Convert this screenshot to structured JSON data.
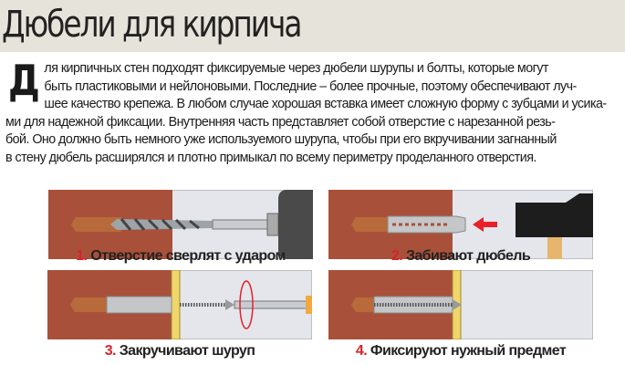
{
  "title": "Дюбели для кирпича",
  "intro": {
    "drop_cap": "Д",
    "lines": [
      "ля кирпичных стен подходят фиксируемые через дюбели шурупы и болты, которые могут",
      "быть пластиковыми и нейлоновыми. Последние – более прочные, поэтому обеспечивают луч-",
      "шее качество крепежа. В любом случае хорошая вставка имеет сложную форму с зубцами и усика-",
      "ми для надежной фиксации. Внутренняя часть представляет собой отверстие с нарезанной резь-",
      "бой. Оно должно быть немного уже используемого шурупа, чтобы при его вкручивании загнанный",
      "в стену дюбель расширялся и плотно примыкал по всему периметру проделанного отверстия."
    ]
  },
  "steps": [
    {
      "num": "1.",
      "label": "Отверстие сверлят с ударом"
    },
    {
      "num": "2.",
      "label": "Забивают дюбель"
    },
    {
      "num": "3.",
      "label": "Закручивают шуруп"
    },
    {
      "num": "4.",
      "label": "Фиксируют нужный предмет"
    }
  ],
  "colors": {
    "brick": "#a9503a",
    "accent": "#d8222a",
    "background": "#e6e3da"
  }
}
